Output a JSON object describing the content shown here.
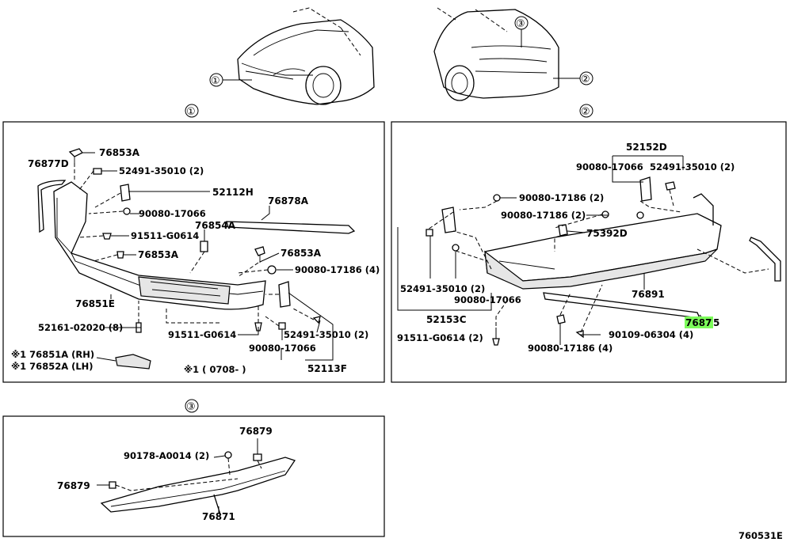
{
  "callouts": {
    "c1": "①",
    "c2": "②",
    "c3": "③"
  },
  "panel1": {
    "labels": {
      "p76853A_top": "76853A",
      "p76877D": "76877D",
      "p52491_35010_top": "52491-35010 (2)",
      "p52112H": "52112H",
      "p76878A": "76878A",
      "p90080_17066": "90080-17066",
      "p76854A": "76854A",
      "p91511_G0614": "91511-G0614",
      "p76853A_mid": "76853A",
      "p76853A_right": "76853A",
      "p90080_17186_4": "90080-17186 (4)",
      "p76851E": "76851E",
      "p52161_02020": "52161-02020 (8)",
      "p91511_G0614_bot": "91511-G0614",
      "p52491_35010_bot": "52491-35010 (2)",
      "p90080_17066_bot": "90080-17066",
      "p76851A": "※1 76851A (RH)",
      "p76852A": "※1 76852A (LH)",
      "note": "※1 ( 0708-     )",
      "p52113F": "52113F"
    }
  },
  "panel2": {
    "labels": {
      "p52152D": "52152D",
      "p90080_17066_top": "90080-17066",
      "p52491_35010_top": "52491-35010 (2)",
      "p90080_17186_2a": "90080-17186 (2)",
      "p90080_17186_2b": "90080-17186 (2)",
      "p75392D": "75392D",
      "p52491_35010_left": "52491-35010 (2)",
      "p90080_17066_mid": "90080-17066",
      "p76891": "76891",
      "p52153C": "52153C",
      "p76875_hl": "7687",
      "p76875_rest": "5",
      "p90109_06304": "90109-06304 (4)",
      "p91511_G0614_2": "91511-G0614 (2)",
      "p90080_17186_4": "90080-17186 (4)"
    }
  },
  "panel3": {
    "labels": {
      "p76879_top": "76879",
      "p90178_A0014": "90178-A0014 (2)",
      "p76879_left": "76879",
      "p76871": "76871"
    }
  },
  "footer": {
    "code": "760531E"
  },
  "colors": {
    "highlight": "#7CFC5A"
  }
}
